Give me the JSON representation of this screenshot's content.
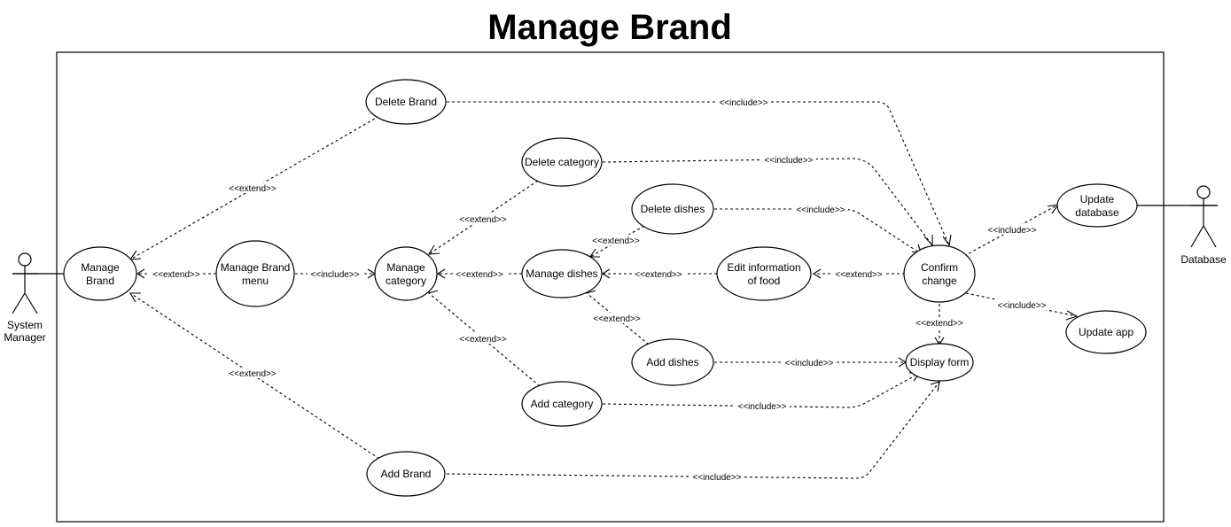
{
  "title": "Manage Brand",
  "actors": {
    "system_manager": [
      "System",
      "Manager"
    ],
    "database": [
      "Database"
    ]
  },
  "use_cases": {
    "manage_brand": [
      "Manage",
      "Brand"
    ],
    "manage_brand_menu": [
      "Manage Brand",
      "menu"
    ],
    "manage_category": [
      "Manage",
      "category"
    ],
    "manage_dishes": [
      "Manage dishes"
    ],
    "edit_food": [
      "Edit information",
      "of food"
    ],
    "confirm_change": [
      "Confirm",
      "change"
    ],
    "delete_brand": [
      "Delete Brand"
    ],
    "add_brand": [
      "Add Brand"
    ],
    "delete_category": [
      "Delete category"
    ],
    "add_category": [
      "Add category"
    ],
    "delete_dishes": [
      "Delete dishes"
    ],
    "add_dishes": [
      "Add dishes"
    ],
    "display_form": [
      "Display form"
    ],
    "update_database": [
      "Update",
      "database"
    ],
    "update_app": [
      "Update app"
    ]
  },
  "relations": {
    "extend": "<<extend>>",
    "include": "<<include>>"
  }
}
